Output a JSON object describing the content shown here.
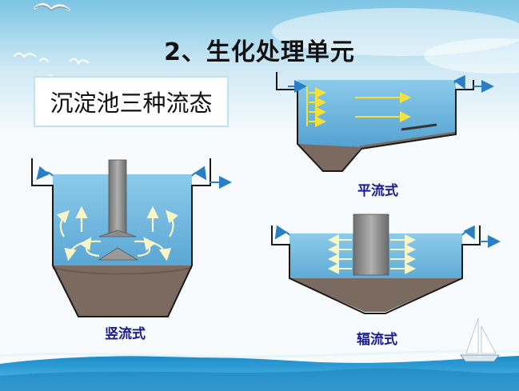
{
  "title": "2、生化处理单元",
  "subtitle": "沉淀池三种流态",
  "diagrams": {
    "vertical": {
      "label": "竖流式"
    },
    "horizontal": {
      "label": "平流式"
    },
    "radial": {
      "label": "辐流式"
    }
  },
  "colors": {
    "water": "#5ba8d6",
    "sludge": "#7a6a60",
    "arrow_light": "#f8f6c6",
    "arrow_yellow": "#f4e23a",
    "outlet_arrow": "#2a7fc4",
    "label": "#1a1a8c"
  }
}
